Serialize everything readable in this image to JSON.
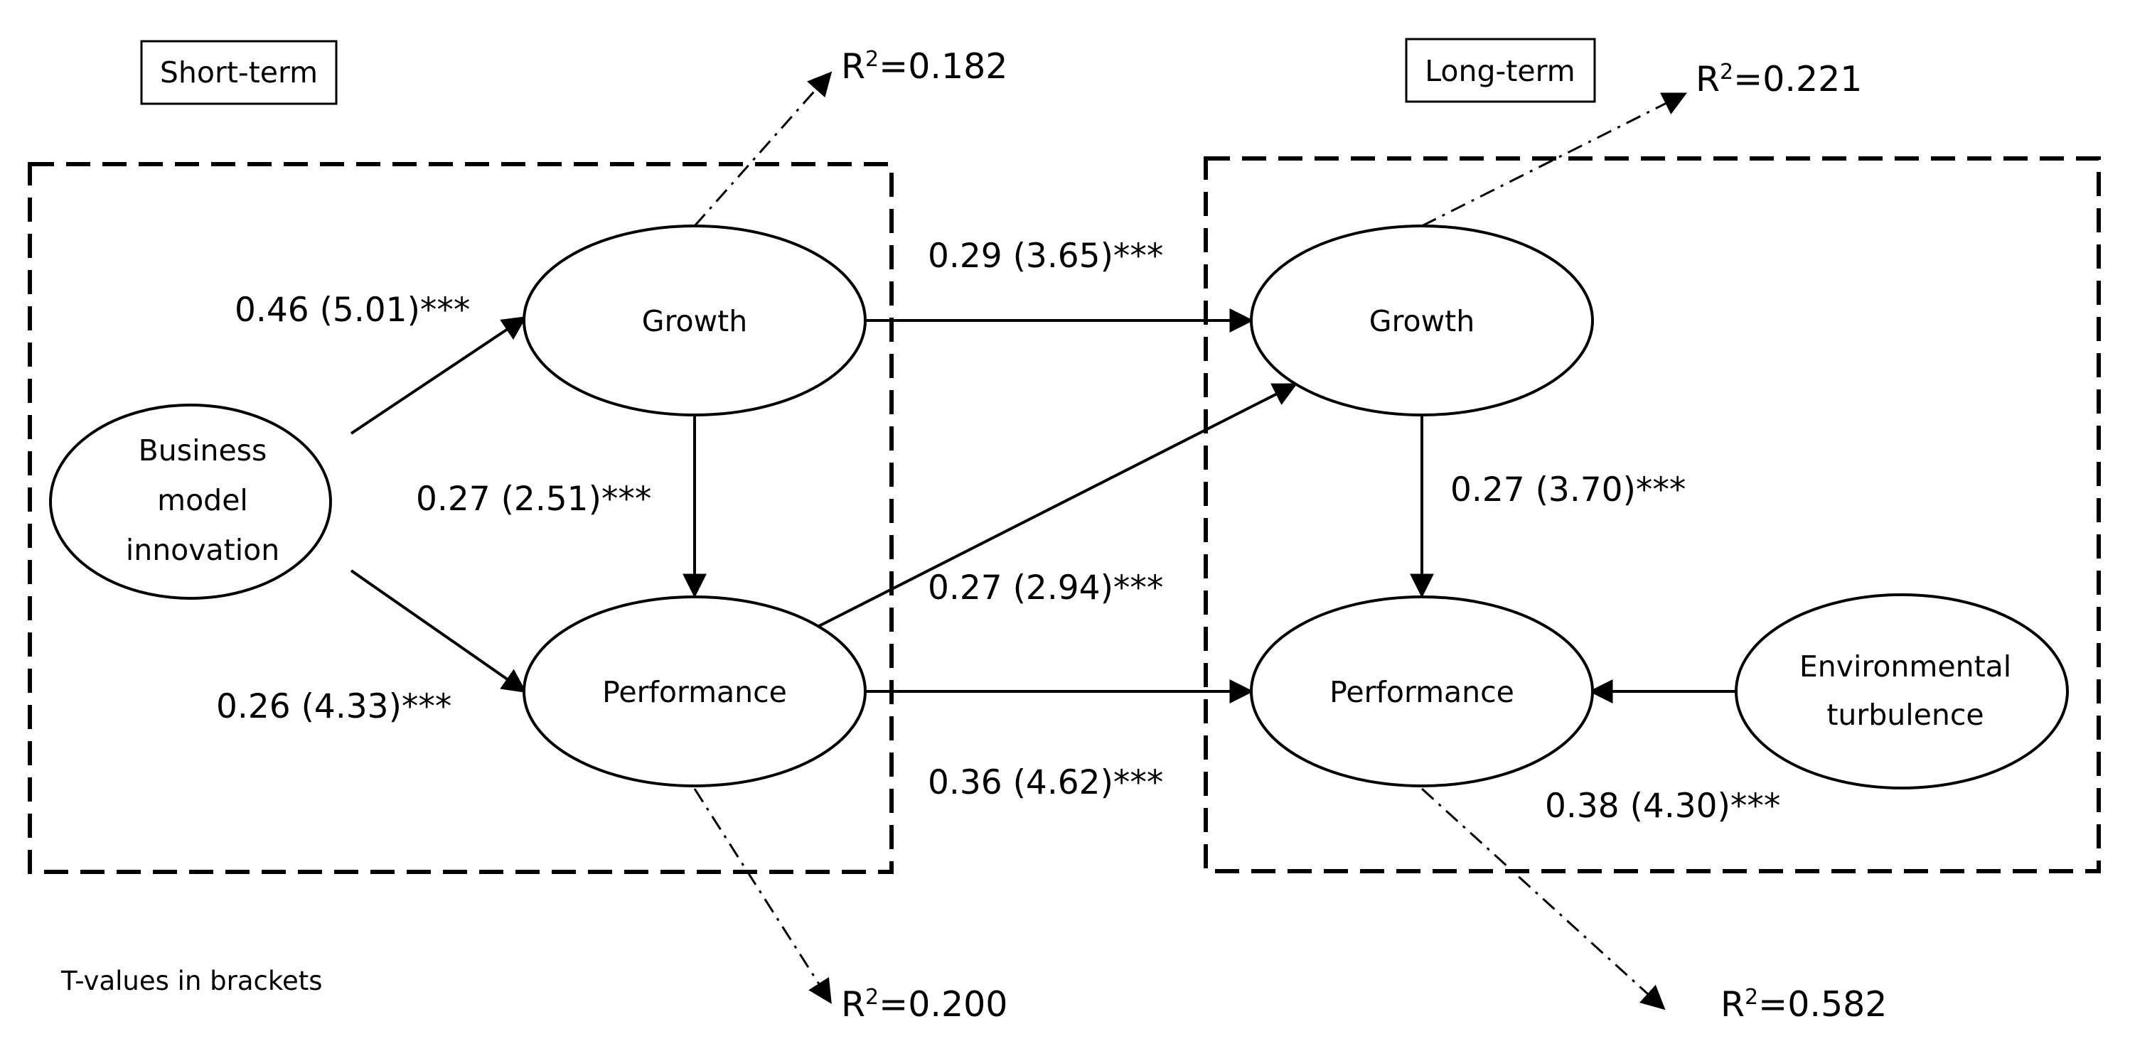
{
  "groups": {
    "short_term": "Short-term",
    "long_term": "Long-term"
  },
  "nodes": {
    "bmi": [
      "Business",
      "model",
      "innovation"
    ],
    "st_growth": "Growth",
    "st_performance": "Performance",
    "lt_growth": "Growth",
    "lt_performance": "Performance",
    "env": [
      "Environmental",
      "turbulence"
    ]
  },
  "paths": {
    "bmi_to_st_growth": "0.46 (5.01)***",
    "bmi_to_st_performance": "0.26 (4.33)***",
    "st_growth_to_st_performance": "0.27 (2.51)***",
    "st_growth_to_lt_growth": "0.29 (3.65)***",
    "st_performance_to_lt_growth": "0.27 (2.94)***",
    "st_performance_to_lt_performance": "0.36 (4.62)***",
    "lt_growth_to_lt_performance": "0.27 (3.70)***",
    "env_to_lt_performance": "0.38 (4.30)***"
  },
  "r_squared": {
    "prefix": "R",
    "superscript": "2",
    "st_growth": "=0.182",
    "st_performance": "=0.200",
    "lt_growth": "=0.221",
    "lt_performance": "=0.582"
  },
  "note": "T-values in brackets",
  "colors": {
    "stroke": "#000000",
    "background": "#ffffff"
  }
}
